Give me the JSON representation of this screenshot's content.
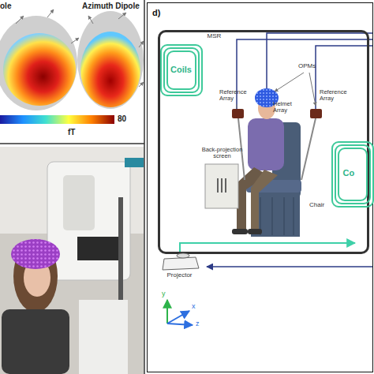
{
  "diagram": {
    "nodes": [
      {
        "text": [
          "d)"
        ]
      },
      {
        "text": [
          "MSR"
        ],
        "in": 0
      },
      {
        "text": [
          "Coils"
        ],
        "in": 1
      },
      {
        "text": [
          "Co"
        ],
        "in": 1
      },
      {
        "text": [
          "Back-projection screen"
        ],
        "in": 1
      },
      {
        "text": [
          "Projector"
        ],
        "in": 0
      }
    ],
    "labels": [
      "ole",
      "Azimuth Dipole",
      "80",
      "fT",
      "OPMs",
      "Reference Array",
      "Helmet Array",
      "Reference Array",
      "Chair",
      "y",
      "x",
      "z"
    ]
  }
}
